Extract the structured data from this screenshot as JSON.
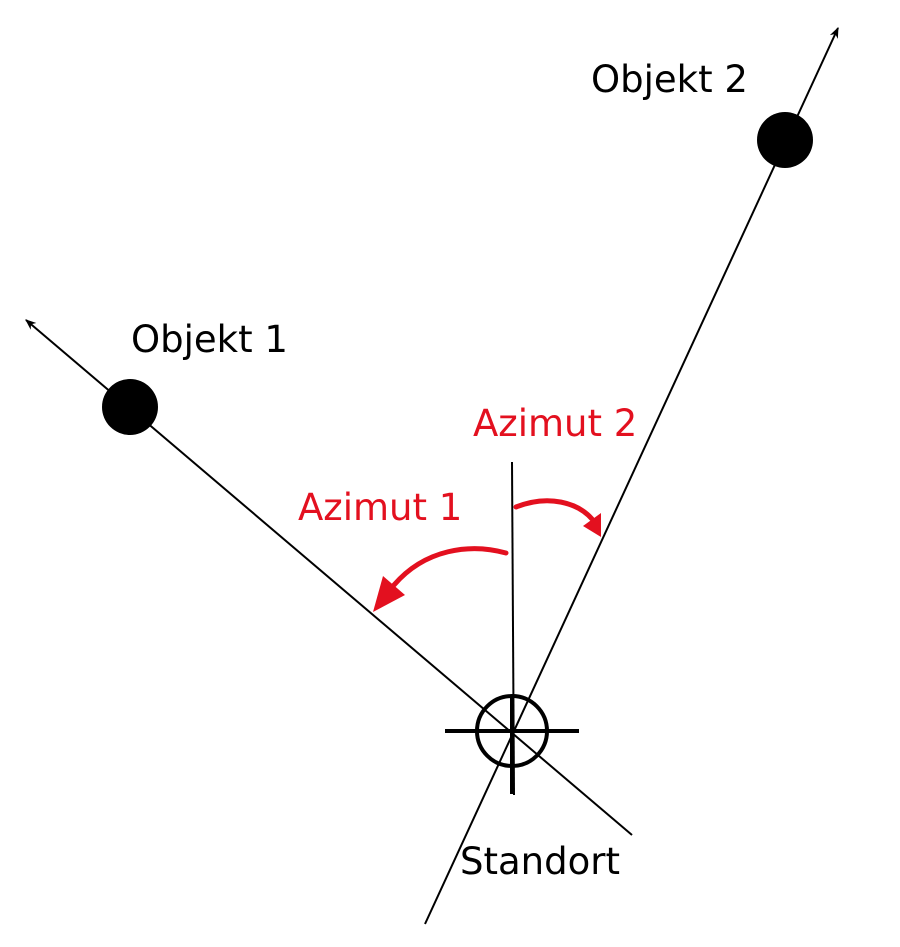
{
  "labels": {
    "object_1": "Objekt 1",
    "object_2": "Objekt 2",
    "azimuth_1": "Azimut 1",
    "azimuth_2": "Azimut 2",
    "location": "Standort"
  },
  "colors": {
    "lines": "#000000",
    "azimuth": "#e3101f",
    "background": "#ffffff"
  }
}
